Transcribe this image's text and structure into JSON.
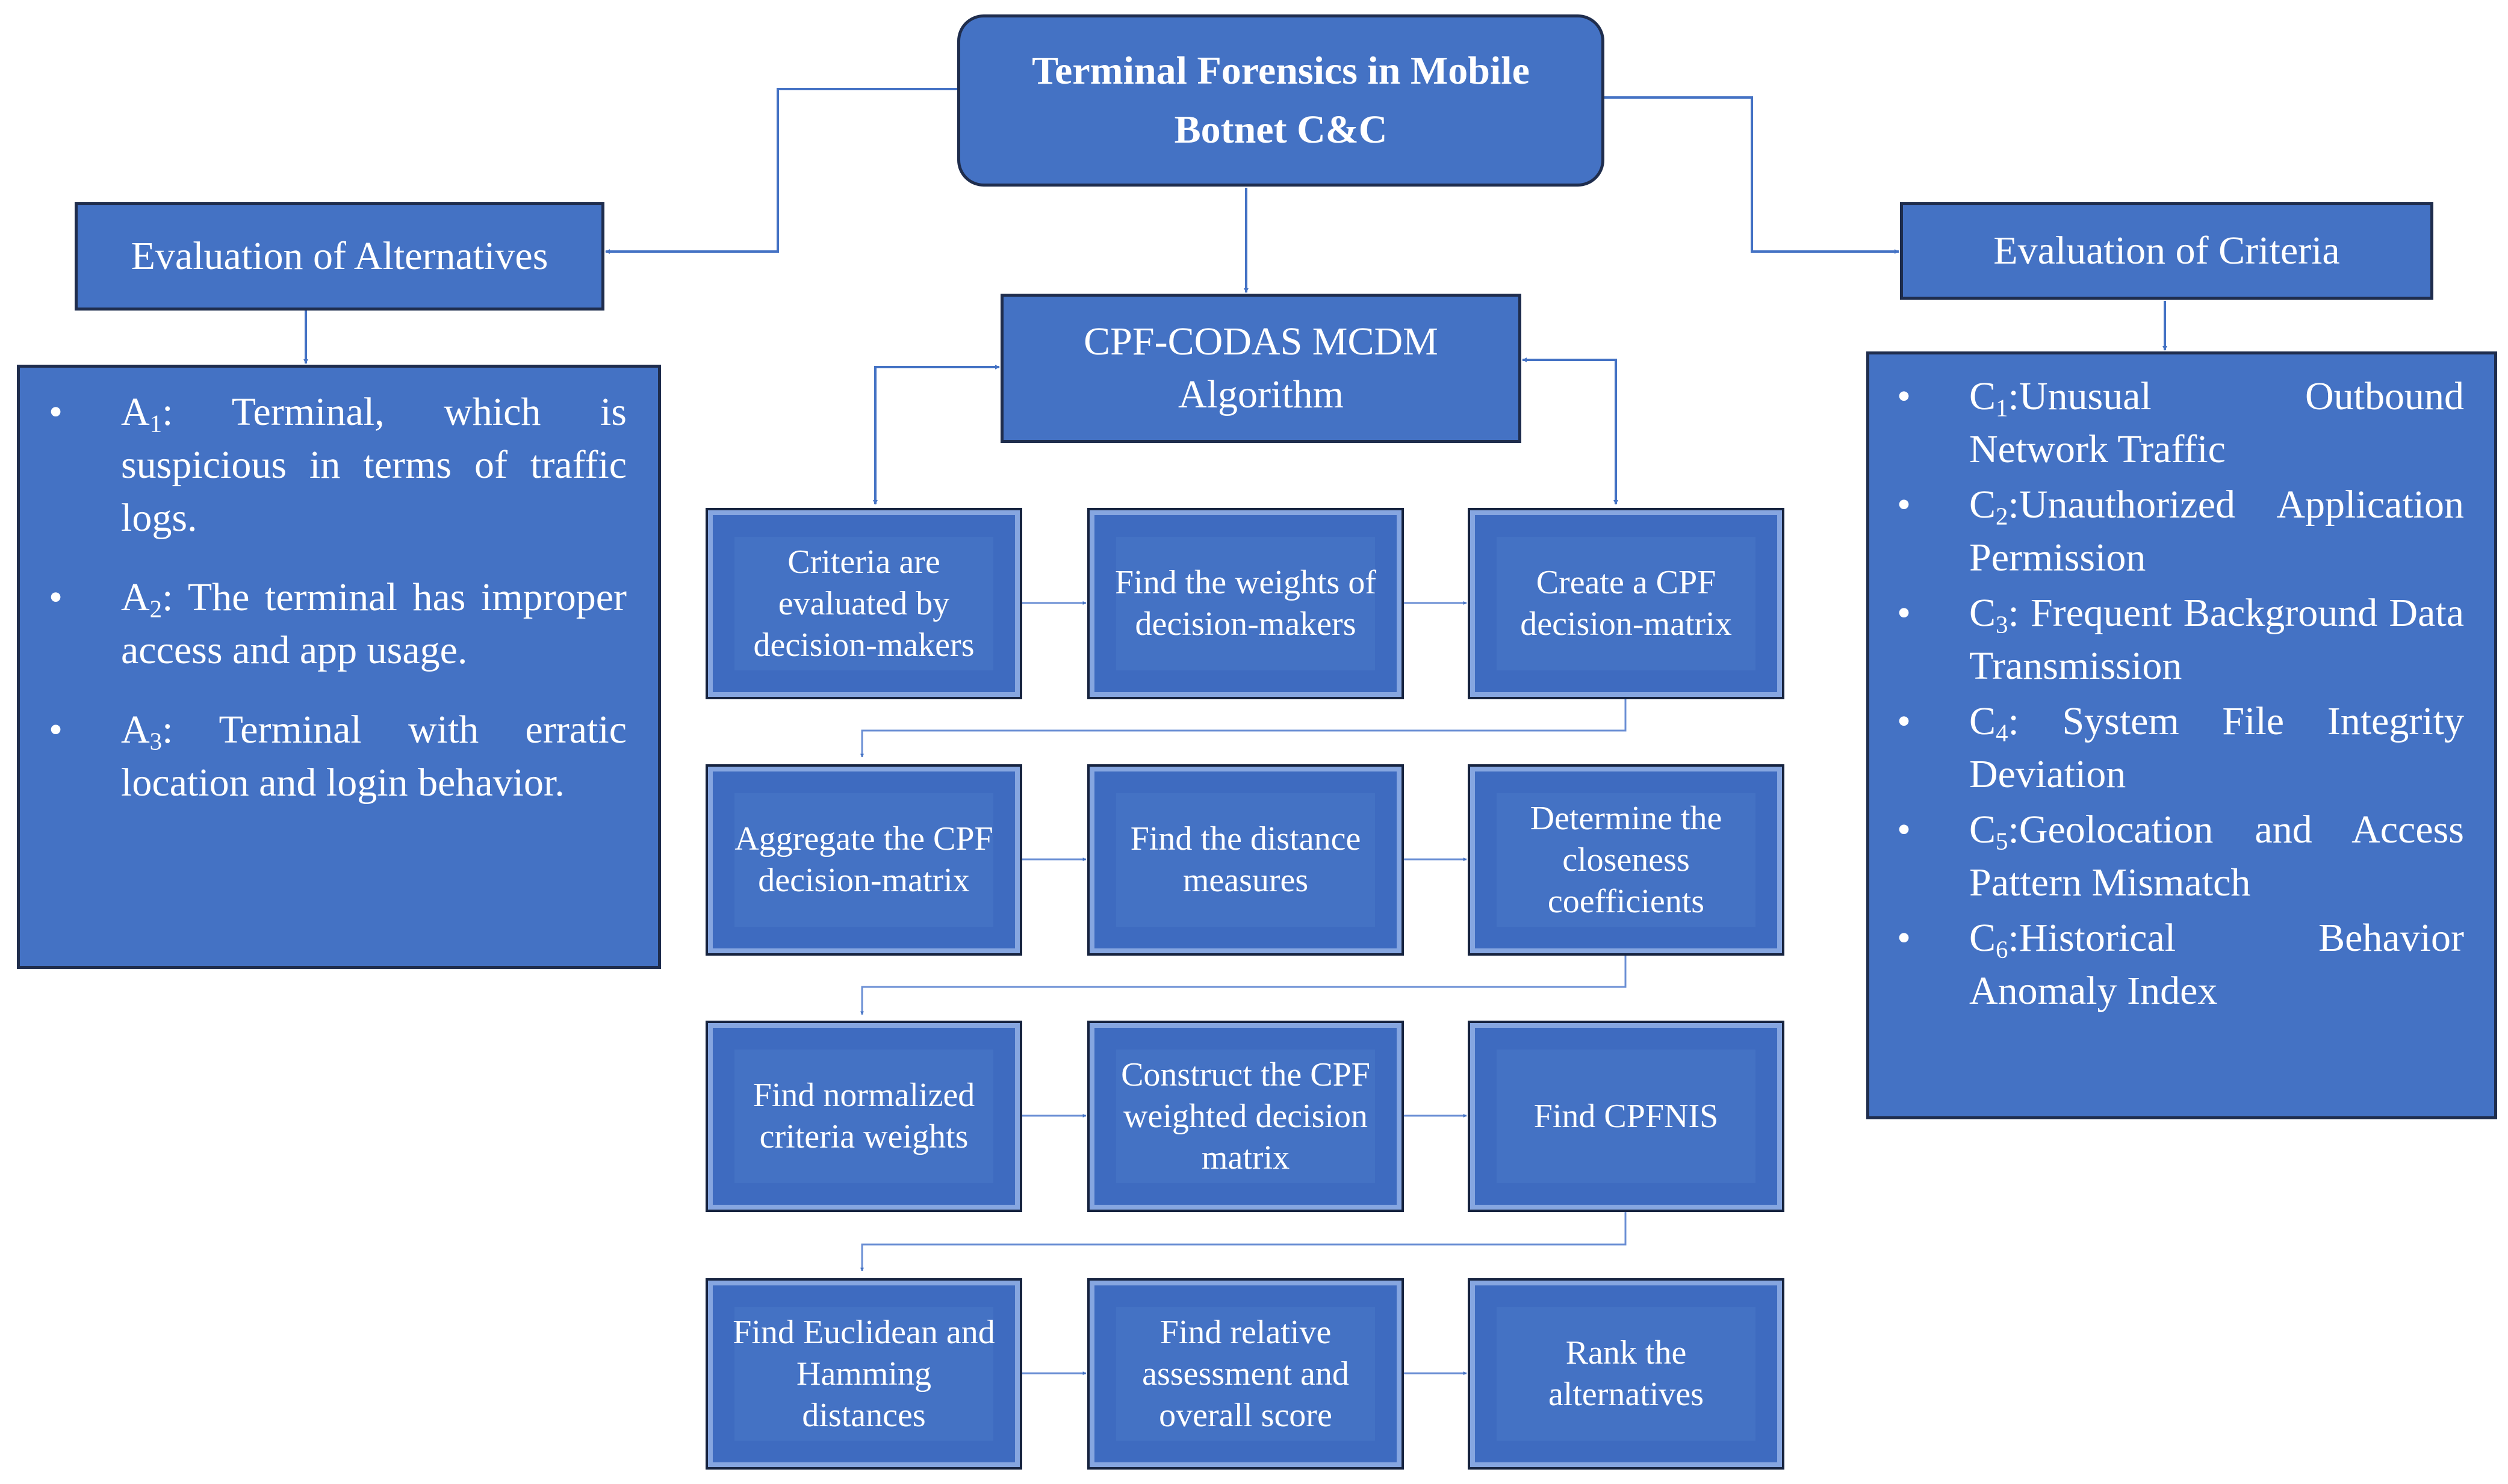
{
  "root": {
    "line1": "Terminal Forensics in Mobile",
    "line2": "Botnet C&C"
  },
  "alternatives": {
    "header": "Evaluation of Alternatives",
    "items": [
      {
        "symbol": "A",
        "index": "1",
        "text": ": Terminal, which is suspicious in terms of traffic logs."
      },
      {
        "symbol": "A",
        "index": "2",
        "text": ": The terminal has improper access and app usage."
      },
      {
        "symbol": "A",
        "index": "3",
        "text": ": Terminal with erratic location and login behavior."
      }
    ]
  },
  "criteria": {
    "header": "Evaluation of Criteria",
    "items": [
      {
        "symbol": "C",
        "index": "1",
        "text": ":Unusual Outbound Network Traffic"
      },
      {
        "symbol": "C",
        "index": "2",
        "text": ":Unauthorized Application Permission"
      },
      {
        "symbol": "C",
        "index": "3",
        "text": ": Frequent Background Data Transmission"
      },
      {
        "symbol": "C",
        "index": "4",
        "text": ": System File Integrity Deviation"
      },
      {
        "symbol": "C",
        "index": "5",
        "text": ":Geolocation and Access Pattern Mismatch"
      },
      {
        "symbol": "C",
        "index": "6",
        "text": ":Historical Behavior Anomaly Index"
      }
    ]
  },
  "algorithm": {
    "line1": "CPF-CODAS MCDM",
    "line2": "Algorithm"
  },
  "steps": [
    "Criteria are evaluated by decision-makers",
    "Find the weights of decision-makers",
    "Create a CPF decision-matrix",
    "Aggregate the CPF decision-matrix",
    "Find the distance measures",
    "Determine the closeness coefficients",
    "Find normalized criteria weights",
    "Construct the CPF weighted decision matrix",
    "Find CPFNIS",
    "Find Euclidean and Hamming distances",
    "Find relative assessment and overall score",
    "Rank the alternatives"
  ],
  "colors": {
    "box_fill": "#4472c4",
    "box_border": "#1f2d4d",
    "connector": "#4472c4",
    "text": "#ffffff"
  }
}
